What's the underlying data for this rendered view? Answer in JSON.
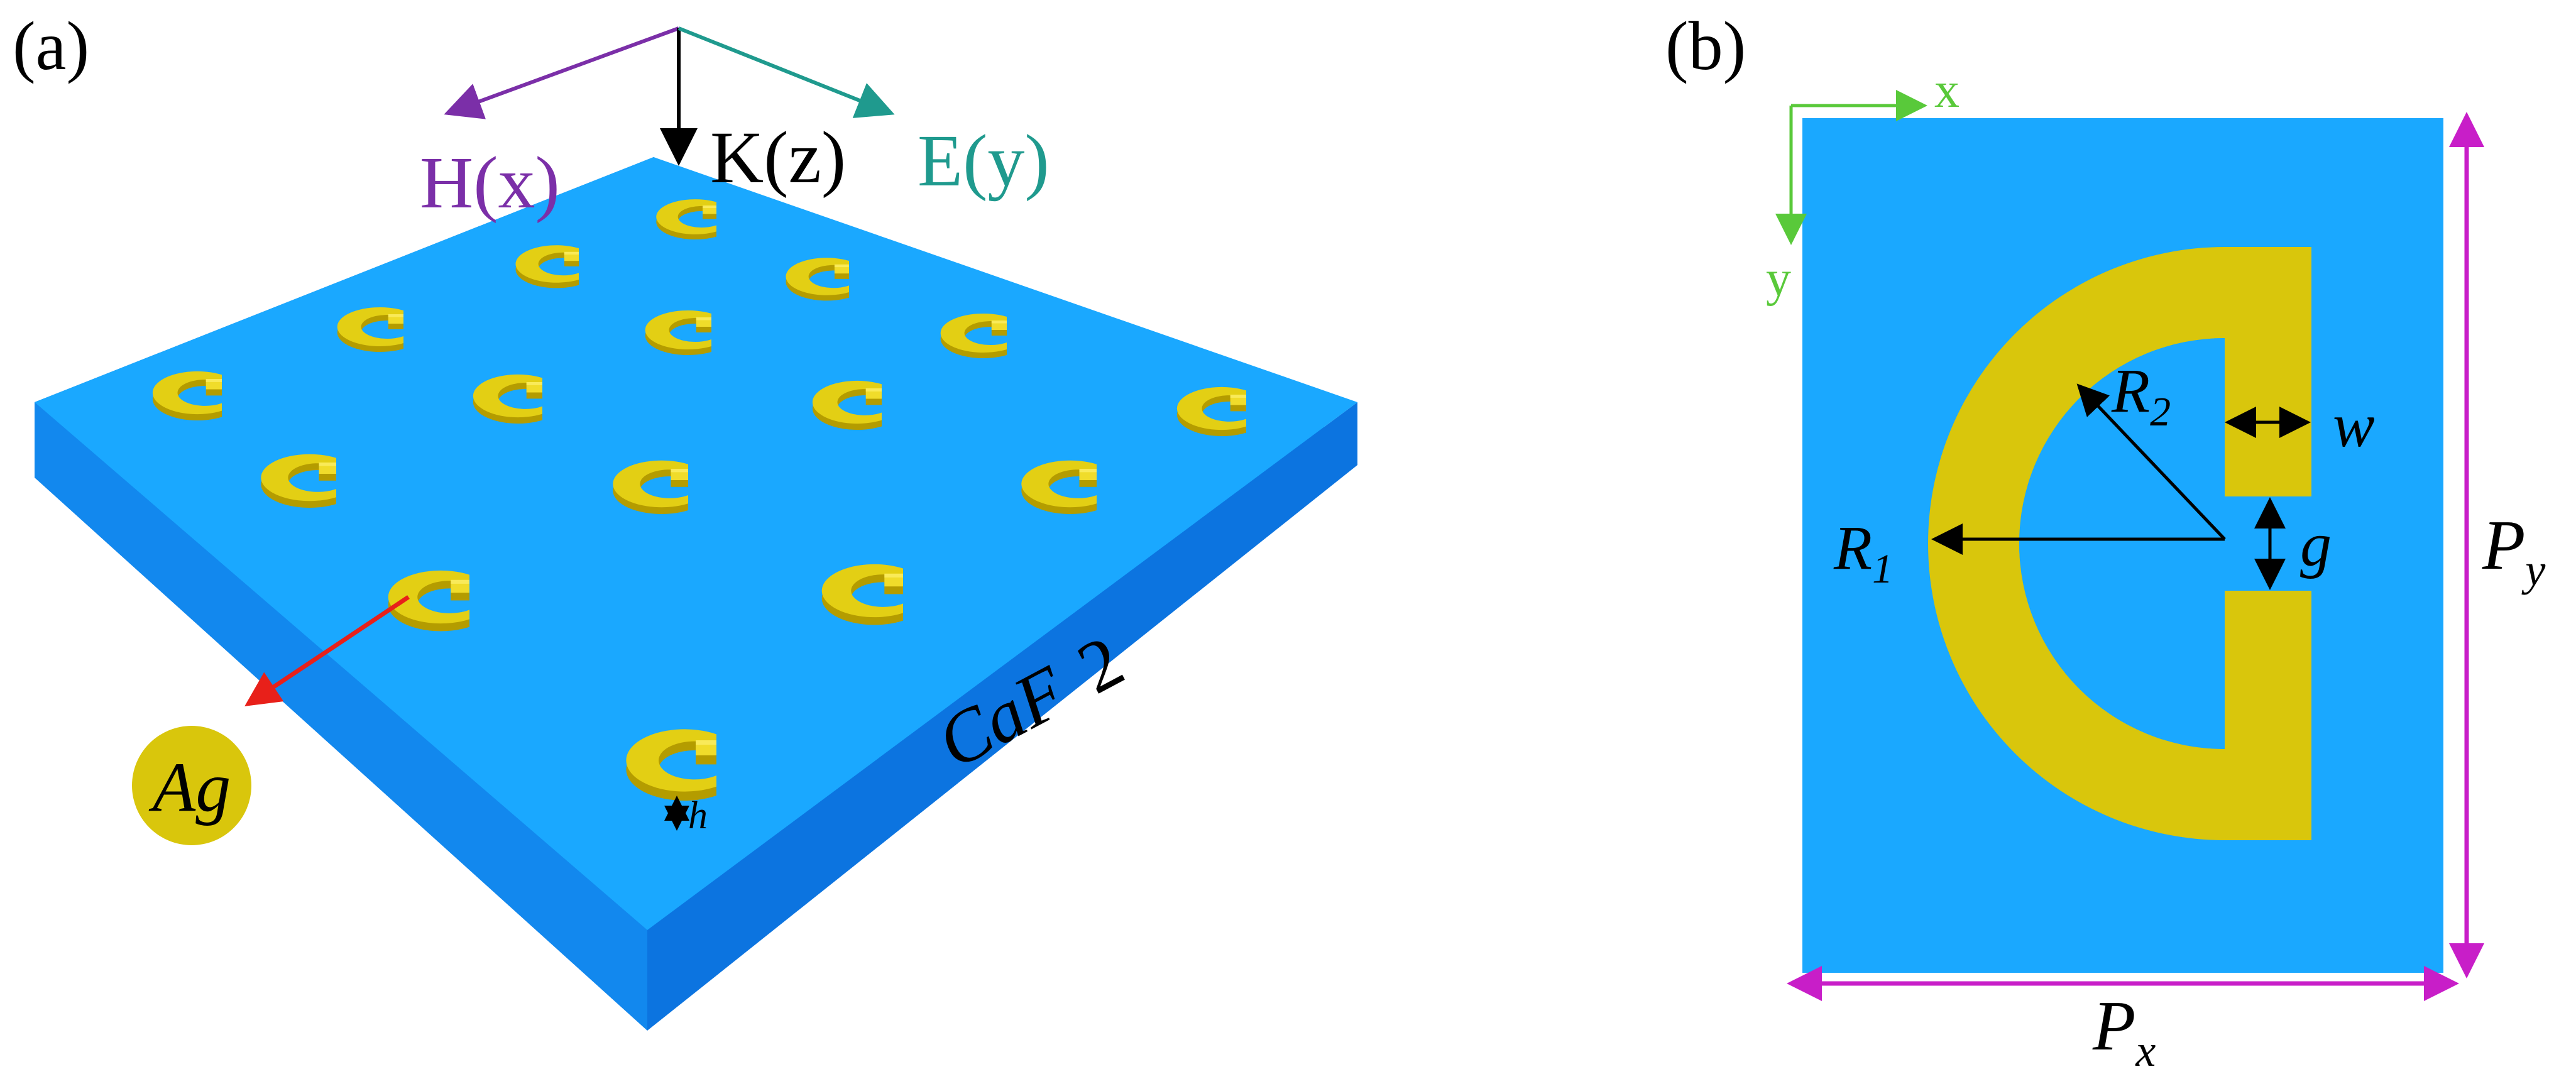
{
  "panel_a": {
    "label": "(a)",
    "axes": {
      "h": "H(x)",
      "k": "K(z)",
      "e": "E(y)"
    },
    "substrate_label": "CaF",
    "substrate_sub": "2",
    "metal_label": "Ag",
    "height_label": "h"
  },
  "panel_b": {
    "label": "(b)",
    "axis_x": "x",
    "axis_y": "y",
    "r1": "R",
    "r1_sub": "1",
    "r2": "R",
    "r2_sub": "2",
    "w": "w",
    "g": "g",
    "px": "P",
    "px_sub": "x",
    "py": "P",
    "py_sub": "y"
  },
  "colors": {
    "substrate_top": "#1aa8ff",
    "substrate_front": "#0f86f0",
    "substrate_side": "#0c6fd6",
    "gold_top": "#e3cf14",
    "gold_side": "#b49c00",
    "magenta": "#c81ec8",
    "purple": "#7b2fa8",
    "teal": "#1f9a8e",
    "green": "#59c93a",
    "red": "#e8201a"
  }
}
